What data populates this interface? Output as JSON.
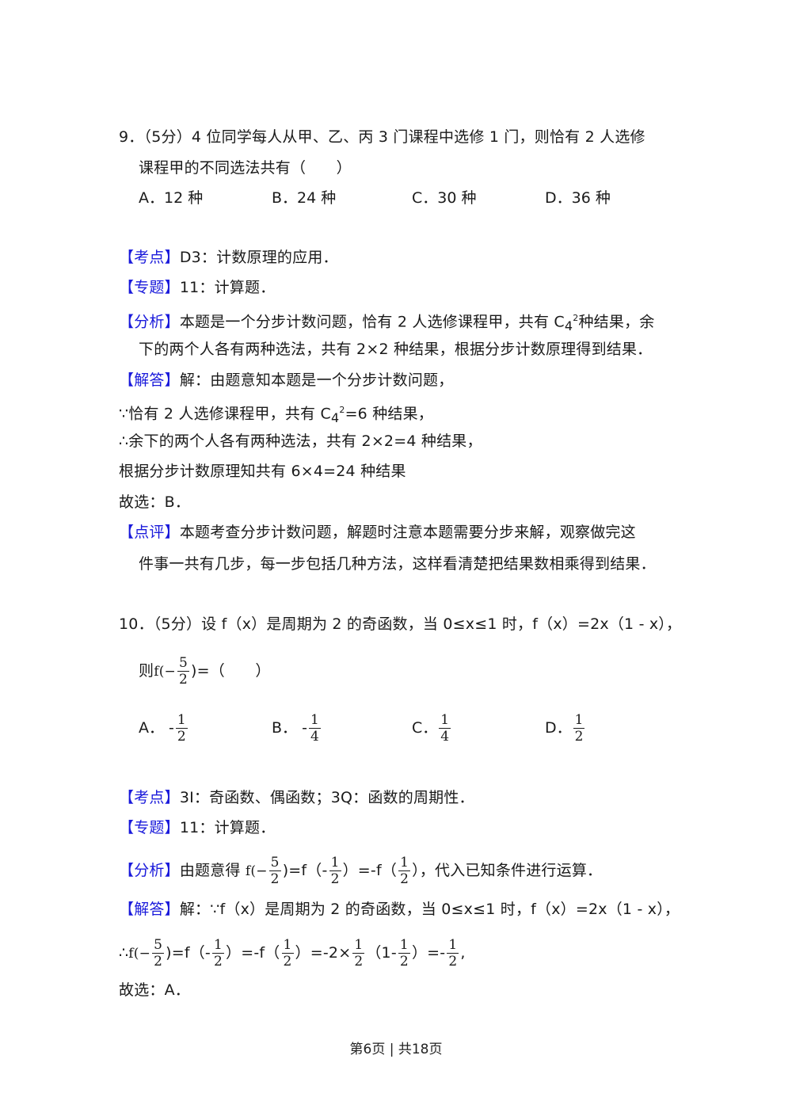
{
  "q9": {
    "number": "9．",
    "score": "（5分）",
    "stem_line1": "4 位同学每人从甲、乙、丙 3 门课程中选修 1 门，则恰有 2 人选修",
    "stem_line2": "课程甲的不同选法共有（　　）",
    "options": [
      {
        "key": "A．",
        "text": "12 种"
      },
      {
        "key": "B．",
        "text": "24 种"
      },
      {
        "key": "C．",
        "text": "30 种"
      },
      {
        "key": "D．",
        "text": "36 种"
      }
    ],
    "kaodian_label": "【考点】",
    "kaodian": "D3：计数原理的应用．",
    "zhuanti_label": "【专题】",
    "zhuanti": "11：计算题．",
    "fenxi_label": "【分析】",
    "fenxi_line1_a": "本题是一个分步计数问题，恰有 2 人选修课程甲，共有 C",
    "fenxi_line1_sub": "4",
    "fenxi_line1_sup": "2",
    "fenxi_line1_b": "种结果，余",
    "fenxi_line2": "下的两个人各有两种选法，共有 2×2 种结果，根据分步计数原理得到结果．",
    "jieda_label": "【解答】",
    "jieda_line1": "解：由题意知本题是一个分步计数问题，",
    "jieda_line2_a": "∵恰有 2 人选修课程甲，共有 C",
    "jieda_line2_sub": "4",
    "jieda_line2_sup": "2",
    "jieda_line2_b": "=6 种结果，",
    "jieda_line3": "∴余下的两个人各有两种选法，共有 2×2=4 种结果，",
    "jieda_line4": "根据分步计数原理知共有 6×4=24 种结果",
    "jieda_line5": "故选：B．",
    "dianping_label": "【点评】",
    "dianping_line1": "本题考查分步计数问题，解题时注意本题需要分步来解，观察做完这",
    "dianping_line2": "件事一共有几步，每一步包括几种方法，这样看清楚把结果数相乘得到结果．"
  },
  "q10": {
    "number": "10．",
    "score": "（5分）",
    "stem_line1": "设 f（x）是周期为 2 的奇函数，当 0≤x≤1 时，f（x）=2x（1 - x），",
    "stem_line2_prefix": "则",
    "stem_line2_func": "f(−",
    "stem_line2_num": "5",
    "stem_line2_den": "2",
    "stem_line2_suffix": ")=（　　）",
    "options": [
      {
        "key": "A．",
        "sign": "-",
        "num": "1",
        "den": "2"
      },
      {
        "key": "B．",
        "sign": "-",
        "num": "1",
        "den": "4"
      },
      {
        "key": "C．",
        "sign": "",
        "num": "1",
        "den": "4"
      },
      {
        "key": "D．",
        "sign": "",
        "num": "1",
        "den": "2"
      }
    ],
    "kaodian_label": "【考点】",
    "kaodian": "3I：奇函数、偶函数；3Q：函数的周期性．",
    "zhuanti_label": "【专题】",
    "zhuanti": "11：计算题．",
    "fenxi_label": "【分析】",
    "fenxi_prefix": "由题意得",
    "fenxi_suffix": "，代入已知条件进行运算．",
    "jieda_label": "【解答】",
    "jieda_line1": "解：∵f（x）是周期为 2 的奇函数，当 0≤x≤1 时，f（x）=2x（1 - x），",
    "jieda_line2_prefix": "∴",
    "jieda_line3": "故选：A．"
  },
  "footer": {
    "page_label": "第6页 | 共18页"
  }
}
